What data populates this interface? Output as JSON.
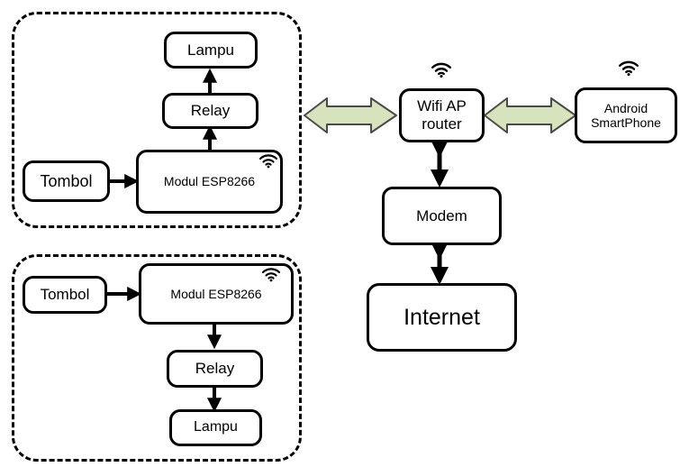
{
  "nodes": {
    "lampu_top": "Lampu",
    "relay_top": "Relay",
    "tombol_top": "Tombol",
    "esp_top": "Modul ESP8266",
    "tombol_bottom": "Tombol",
    "esp_bottom": "Modul ESP8266",
    "relay_bottom": "Relay",
    "lampu_bottom": "Lampu",
    "router_line1": "Wifi AP",
    "router_line2": "router",
    "android_line1": "Android",
    "android_line2": "SmartPhone",
    "modem": "Modem",
    "internet": "Internet"
  },
  "icons": [
    "wifi-icon"
  ],
  "colors": {
    "line": "#000000",
    "bidirectional_arrow_fill": "#d6e3bc",
    "bidirectional_arrow_stroke": "#4a4a4a"
  }
}
